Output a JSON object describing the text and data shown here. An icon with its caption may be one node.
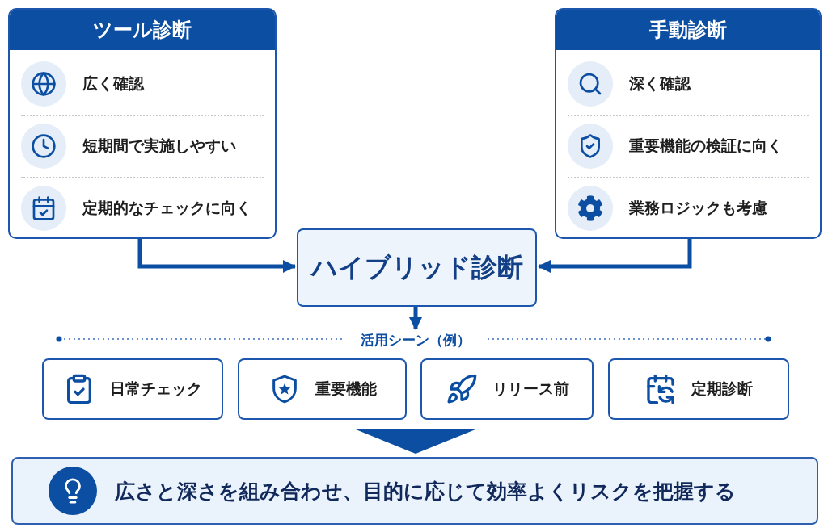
{
  "diagram": {
    "nodes": [
      {
        "text": [
          "ツール診断"
        ]
      },
      {
        "text": [
          "広く確認"
        ],
        "in": 0
      },
      {
        "text": [
          "短期間で実施しやすい"
        ],
        "in": 0
      },
      {
        "text": [
          "定期的なチェックに向く"
        ],
        "in": 0
      },
      {
        "text": [
          "手動診断"
        ]
      },
      {
        "text": [
          "深く確認"
        ],
        "in": 4
      },
      {
        "text": [
          "重要機能の検証に向く"
        ],
        "in": 4
      },
      {
        "text": [
          "業務ロジックも考慮"
        ],
        "in": 4
      },
      {
        "text": [
          "ハイブリッド診断"
        ]
      },
      {
        "text": [
          "活用シーン（例）"
        ]
      },
      {
        "text": [
          "日常チェック"
        ]
      },
      {
        "text": [
          "重要機能"
        ]
      },
      {
        "text": [
          "リリース前"
        ]
      },
      {
        "text": [
          "定期診断"
        ]
      },
      {
        "text": [
          "広さと深さを組み合わせ、目的に応じて効率よくリスクを把握する"
        ]
      }
    ],
    "edges": [
      {
        "from": 0,
        "to": 8,
        "arrow": "to"
      },
      {
        "from": 4,
        "to": 8,
        "arrow": "to"
      },
      {
        "from": 8,
        "to": 9,
        "arrow": "to"
      },
      {
        "from": null,
        "to": 14,
        "arrow": "to"
      }
    ]
  }
}
